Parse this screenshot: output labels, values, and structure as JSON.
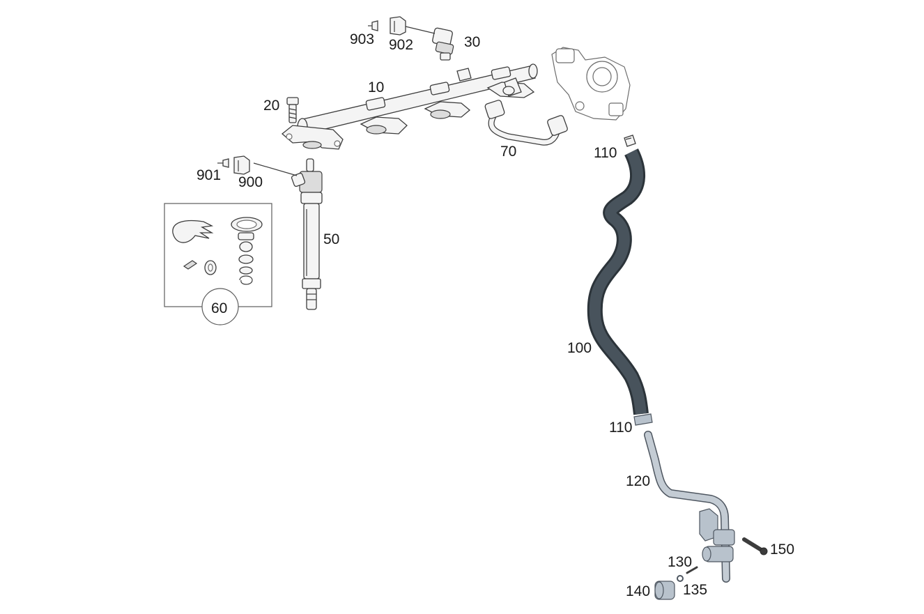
{
  "labels": {
    "p10": "10",
    "p20": "20",
    "p30": "30",
    "p50": "50",
    "p60": "60",
    "p70": "70",
    "p100": "100",
    "p110_top": "110",
    "p110_bottom": "110",
    "p120": "120",
    "p130": "130",
    "p135": "135",
    "p140": "140",
    "p150": "150",
    "p900": "900",
    "p901": "901",
    "p902": "902",
    "p903": "903"
  },
  "colors": {
    "hose": "#3a444c",
    "metal_pipe": "#b8c2cc",
    "outline": "#3c3c3c"
  }
}
